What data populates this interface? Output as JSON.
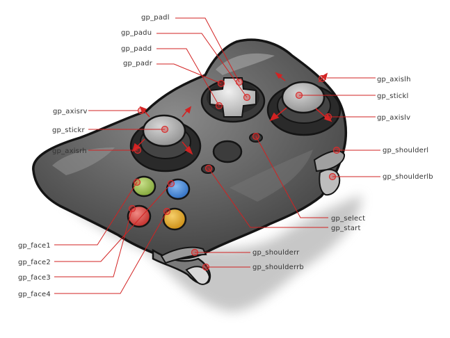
{
  "diagram": {
    "colors": {
      "leader_line": "#d22222",
      "marker": "#d82c2c",
      "body": "#5a5a5a",
      "outline": "#141414",
      "button_a": "#9cc04a",
      "button_b": "#3f86d6",
      "button_x": "#d8423e",
      "button_y": "#e3a81c"
    },
    "labels": {
      "gp_padl": "gp_padl",
      "gp_padu": "gp_padu",
      "gp_padd": "gp_padd",
      "gp_padr": "gp_padr",
      "gp_axislh": "gp_axislh",
      "gp_stickl": "gp_stickl",
      "gp_axislv": "gp_axislv",
      "gp_axisrv": "gp_axisrv",
      "gp_stickr": "gp_stickr",
      "gp_axisrh": "gp_axisrh",
      "gp_shoulderl": "gp_shoulderl",
      "gp_shoulderlb": "gp_shoulderlb",
      "gp_select": "gp_select",
      "gp_start": "gp_start",
      "gp_shoulderr": "gp_shoulderr",
      "gp_shoulderrb": "gp_shoulderrb",
      "gp_face1": "gp_face1",
      "gp_face2": "gp_face2",
      "gp_face3": "gp_face3",
      "gp_face4": "gp_face4"
    }
  }
}
